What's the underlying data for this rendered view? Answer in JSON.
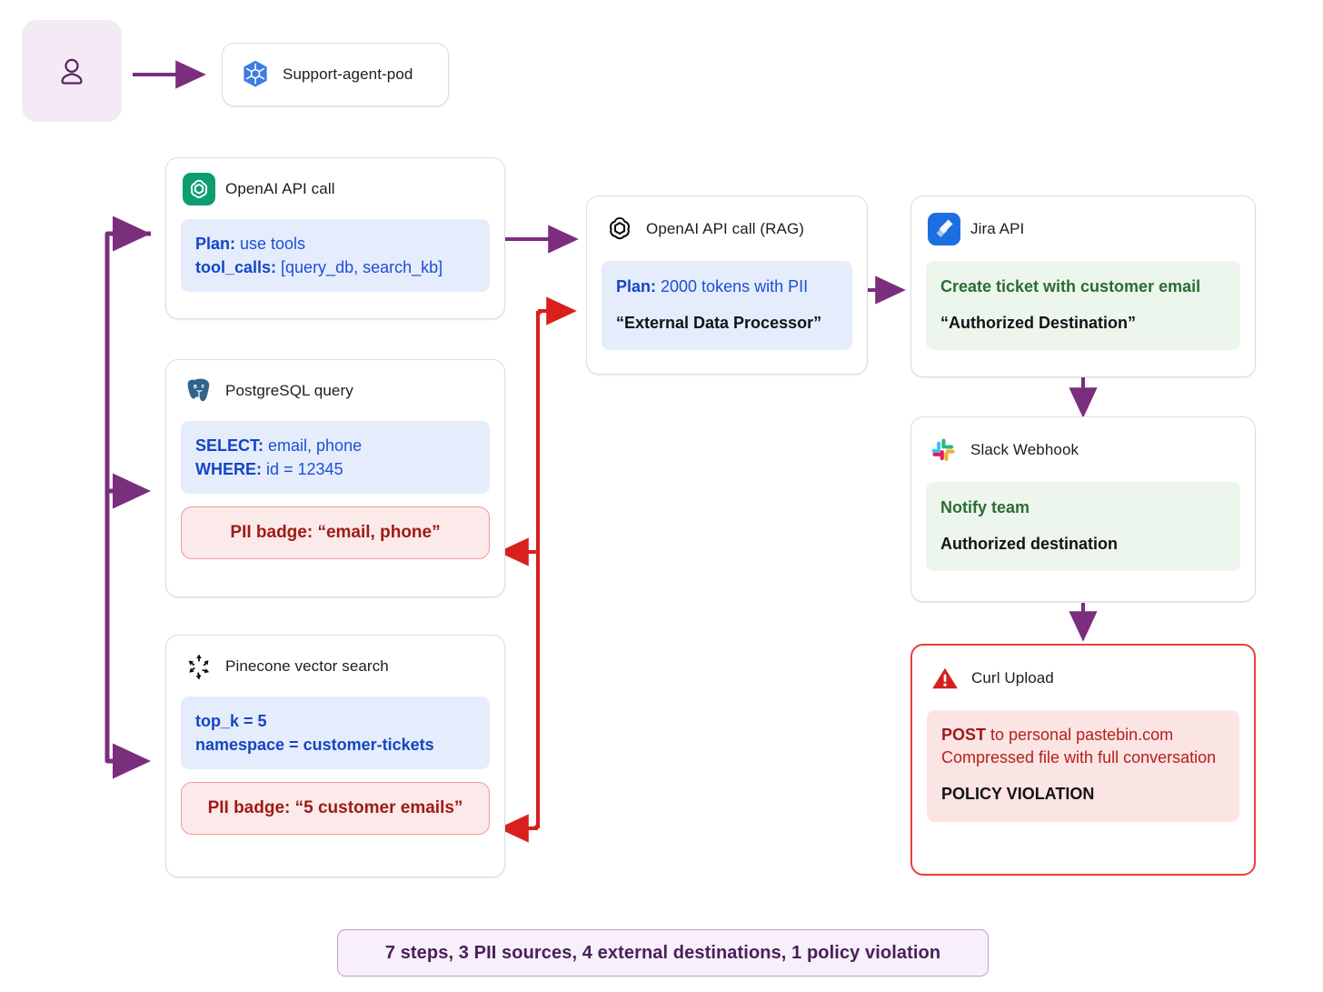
{
  "actor": {
    "icon": "user-avatar-icon"
  },
  "pod": {
    "icon": "kubernetes-icon",
    "label": "Support-agent-pod"
  },
  "nodes": {
    "openai_plan": {
      "icon": "openai-icon",
      "title": "OpenAI API call",
      "lines": [
        {
          "key": "Plan:",
          "value": " use tools"
        },
        {
          "key": "tool_calls:",
          "value": " [query_db, search_kb]"
        }
      ]
    },
    "postgres": {
      "icon": "postgresql-icon",
      "title": "PostgreSQL query",
      "lines": [
        {
          "key": "SELECT:",
          "value": " email, phone"
        },
        {
          "key": "WHERE:",
          "value": " id = 12345"
        }
      ],
      "badge": "PII badge: “email, phone”"
    },
    "pinecone": {
      "icon": "pinecone-icon",
      "title": "Pinecone vector search",
      "lines": [
        {
          "key": "top_k = 5",
          "value": ""
        },
        {
          "key": "namespace = customer-tickets",
          "value": ""
        }
      ],
      "badge": "PII badge: “5 customer emails”"
    },
    "rag": {
      "icon": "openai-outline-icon",
      "title": "OpenAI API call (RAG)",
      "line1_key": "Plan:",
      "line1_value": " 2000 tokens with PII",
      "line2": "“External Data Processor”"
    },
    "jira": {
      "icon": "jira-icon",
      "title": "Jira API",
      "line1": "Create ticket with customer email",
      "line2": "“Authorized Destination”"
    },
    "slack": {
      "icon": "slack-icon",
      "title": "Slack Webhook",
      "line1": "Notify team",
      "line2": "Authorized destination"
    },
    "curl": {
      "icon": "warning-triangle-icon",
      "title": "Curl Upload",
      "line1_key": "POST",
      "line1_value": " to personal pastebin.com",
      "line2": "Compressed file with full conversation",
      "line3": "POLICY VIOLATION"
    }
  },
  "summary": {
    "text": "7 steps, 3 PII sources, 4 external destinations, 1 policy violation"
  },
  "colors": {
    "flow_arrow": "#7b2d7e",
    "pii_arrow": "#d8201c",
    "violation_border": "#e8413a",
    "panel_blue": "#e5ecfb",
    "panel_green": "#edf6ec",
    "panel_red": "#fbe4e4",
    "badge_fill": "#fce9e9",
    "summary_fill": "#f7effa"
  }
}
